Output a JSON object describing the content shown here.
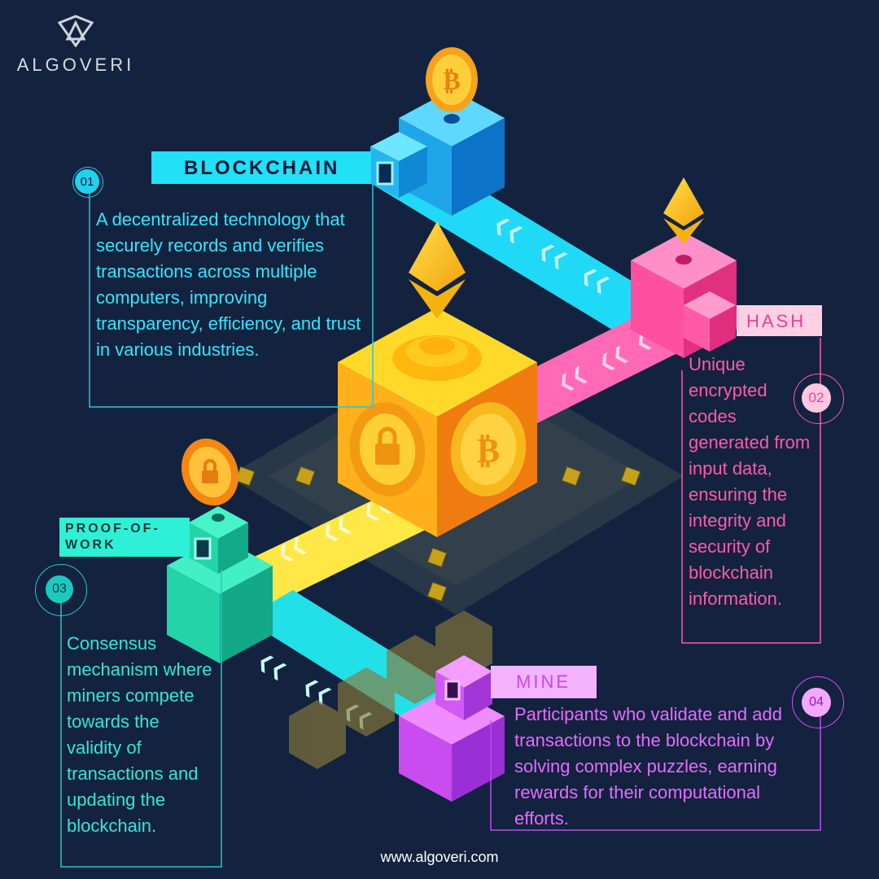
{
  "brand": {
    "name": "ALGOVERI",
    "logo": "shield-a-logo"
  },
  "sections": [
    {
      "number": "01",
      "title": "BLOCKCHAIN",
      "description": "A decentralized technology that securely records and verifies transactions across multiple computers, improving transparency, efficiency, and trust in various industries.",
      "accent": "#27e4f5"
    },
    {
      "number": "02",
      "title": "HASH",
      "description": "Unique encrypted codes generated from input data, ensuring the integrity and security of blockchain information.",
      "accent": "#ff5aa8"
    },
    {
      "number": "03",
      "title": "PROOF-OF-WORK",
      "description": "Consensus mechanism where miners compete towards the validity of transactions and updating the blockchain.",
      "accent": "#2de3d2"
    },
    {
      "number": "04",
      "title": "MINE",
      "description": "Participants who validate and add transactions to the blockchain by solving complex puzzles, earning rewards for their computational efforts.",
      "accent": "#d94cf5"
    }
  ],
  "footer": {
    "url": "www.algoveri.com"
  },
  "colors": {
    "background": "#13223f"
  },
  "icons": [
    "bitcoin-coin-icon",
    "ethereum-diamond-icon",
    "padlock-icon"
  ]
}
